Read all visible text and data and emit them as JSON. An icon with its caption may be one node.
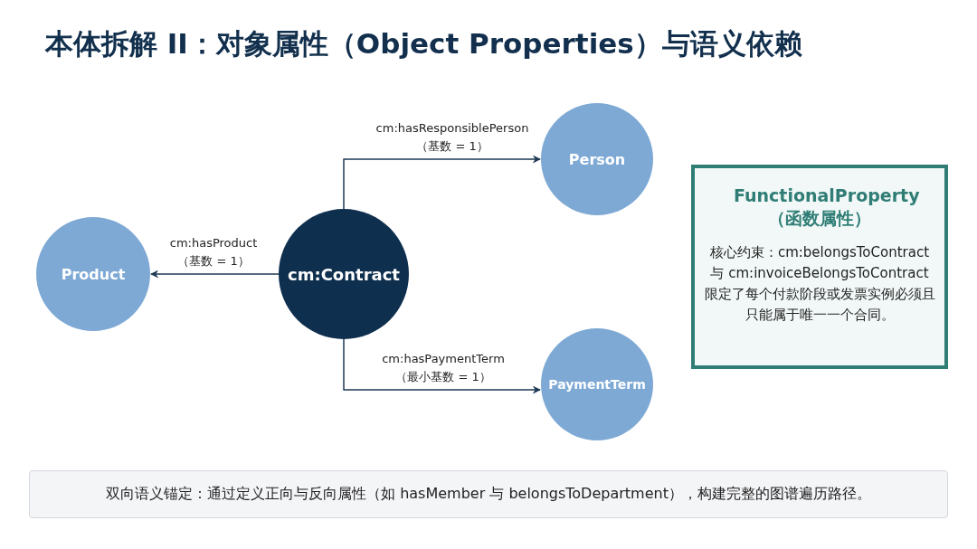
{
  "diagram": {
    "title": "本体拆解 II：对象属性（Object Properties）与语义依赖",
    "nodes": [
      {
        "text": [
          "Product"
        ]
      },
      {
        "text": [
          "cm:Contract"
        ]
      },
      {
        "text": [
          "Person"
        ]
      },
      {
        "text": [
          "PaymentTerm"
        ]
      },
      {
        "text": [
          "FunctionalProperty（函数属性）",
          "核心约束：cm:belongsToContract 与 cm:invoiceBelongsToContract 限定了每个付款阶段或发票实例必须且只能属于唯一一个合同。"
        ]
      },
      {
        "text": [
          "双向语义锚定：通过定义正向与反向属性（如 hasMember 与 belongsToDepartment），构建完整的图谱遍历路径。"
        ]
      }
    ],
    "edges": [
      {
        "from": 1,
        "to": 0,
        "arrow": "to",
        "label": "cm:hasProduct （基数 = 1）"
      },
      {
        "from": 1,
        "to": 2,
        "arrow": "to",
        "label": "cm:hasResponsiblePerson （基数 = 1）"
      },
      {
        "from": 1,
        "to": 3,
        "arrow": "to",
        "label": "cm:hasPaymentTerm （最小基数 = 1）"
      }
    ]
  }
}
